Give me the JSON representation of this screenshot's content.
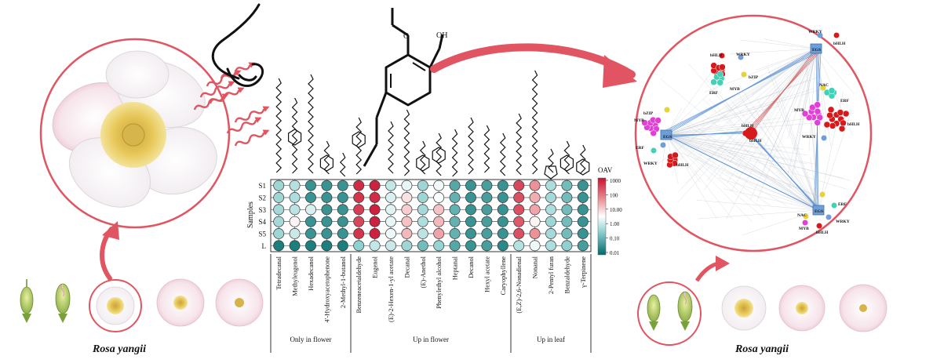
{
  "title_species": "Rosa yangii",
  "samples": [
    "S1",
    "S2",
    "S3",
    "S4",
    "S5",
    "L"
  ],
  "samples_axis_label": "Samples",
  "compounds": [
    "Tetradecanal",
    "Methyleugenol",
    "Hexadecanol",
    "4'-Hydroxyacetophenone",
    "2-Methyl-1-butanol",
    "Benzeneacetaldehyde",
    "Eugenol",
    "(E)-2-Hexen-1-yl acetate",
    "Decanal",
    "(E)-Anethol",
    "Phenylethyl alcohol",
    "Heptanal",
    "Decanol",
    "Hexyl acetate",
    "Caryophyllene",
    "(E,Z)-2,6-Nonadienal",
    "Nonanal",
    "2-Pentyl furan",
    "Benzaldehyde",
    "γ-Terpinene"
  ],
  "groups": [
    {
      "label": "Only in flower",
      "start": 0,
      "end": 4
    },
    {
      "label": "Up in flower",
      "start": 5,
      "end": 14
    },
    {
      "label": "Up in leaf",
      "start": 15,
      "end": 19
    }
  ],
  "legend": {
    "title": "OAV",
    "ticks": [
      "1000",
      "100",
      "10.00",
      "1.00",
      "0.10",
      "0.01"
    ]
  },
  "network_labels": {
    "tfs": [
      "WRKY",
      "bHLH",
      "MYB",
      "ERF",
      "bZIP",
      "NAC"
    ],
    "nodes": [
      "EGS",
      "bHLH"
    ]
  },
  "colors": {
    "red": "#d7191c",
    "teal": "#0f8080",
    "white": "#ffffff",
    "pink": "#e05561",
    "magenta": "#e23fd6",
    "blue": "#6f9fd8",
    "yellow": "#e6d23a"
  },
  "chart_data": {
    "type": "heatmap",
    "rows": [
      "S1",
      "S2",
      "S3",
      "S4",
      "S5",
      "L"
    ],
    "columns": [
      "Tetradecanal",
      "Methyleugenol",
      "Hexadecanol",
      "4'-Hydroxyacetophenone",
      "2-Methyl-1-butanol",
      "Benzeneacetaldehyde",
      "Eugenol",
      "(E)-2-Hexen-1-yl acetate",
      "Decanal",
      "(E)-Anethol",
      "Phenylethyl alcohol",
      "Heptanal",
      "Decanol",
      "Hexyl acetate",
      "Caryophyllene",
      "(E,Z)-2,6-Nonadienal",
      "Nonanal",
      "2-Pentyl furan",
      "Benzaldehyde",
      "γ-Terpinene"
    ],
    "value_label": "OAV (log10)",
    "scale": [
      -2,
      3
    ],
    "values": [
      [
        -0.8,
        -0.5,
        -1.6,
        -1.6,
        -1.6,
        2.7,
        2.8,
        -0.3,
        0.2,
        -0.8,
        0.3,
        -1.4,
        -1.6,
        -1.5,
        -1.6,
        2.4,
        1.6,
        -0.6,
        -1.2,
        -1.6
      ],
      [
        -0.8,
        -0.6,
        -1.6,
        -1.6,
        -1.6,
        2.6,
        2.7,
        0.0,
        0.8,
        -0.8,
        0.4,
        -1.3,
        -1.6,
        -1.5,
        -1.6,
        2.3,
        1.3,
        -0.7,
        -1.2,
        -1.6
      ],
      [
        -0.7,
        -0.4,
        0.0,
        -1.6,
        -1.6,
        2.5,
        2.8,
        0.1,
        1.0,
        -0.7,
        1.1,
        -1.3,
        -1.6,
        -1.5,
        -1.6,
        2.3,
        1.4,
        -0.6,
        -1.2,
        -1.6
      ],
      [
        -0.7,
        0.6,
        -1.6,
        -1.6,
        -1.6,
        2.4,
        2.8,
        0.2,
        1.1,
        -0.6,
        1.2,
        -1.3,
        -1.6,
        -1.5,
        -1.6,
        2.2,
        0.6,
        -0.8,
        -1.2,
        -1.6
      ],
      [
        -0.8,
        -0.2,
        -1.6,
        -1.6,
        -1.6,
        2.6,
        2.8,
        0.3,
        1.2,
        -0.4,
        1.4,
        -1.3,
        -1.6,
        -1.5,
        -1.6,
        2.3,
        1.6,
        -0.7,
        -1.2,
        -1.6
      ],
      [
        -1.8,
        -1.8,
        -1.8,
        -1.8,
        -1.8,
        -1.0,
        -0.3,
        -0.2,
        -0.8,
        -1.2,
        -0.9,
        -1.4,
        -1.6,
        -1.5,
        -1.7,
        -0.5,
        0.3,
        -0.6,
        -1.0,
        -1.5
      ]
    ]
  }
}
